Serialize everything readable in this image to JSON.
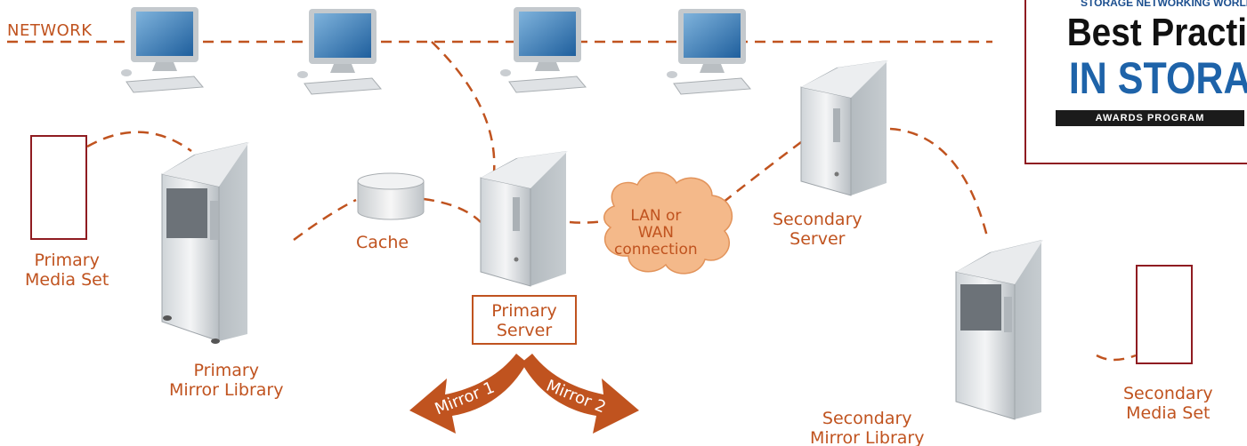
{
  "network_label": "NETWORK",
  "cache": {
    "label": "Cache"
  },
  "primary_mirror_library": {
    "line1": "Primary",
    "line2": "Mirror Library"
  },
  "primary_media_set": {
    "line1": "Primary",
    "line2": "Media Set"
  },
  "primary_server": {
    "line1": "Primary",
    "line2": "Server"
  },
  "lan_wan": {
    "line1": "LAN or",
    "line2": "WAN",
    "line3": "connection"
  },
  "secondary_server": {
    "line1": "Secondary",
    "line2": "Server"
  },
  "secondary_mirror_library": {
    "line1": "Secondary",
    "line2": "Mirror Library"
  },
  "secondary_media_set": {
    "line1": "Secondary",
    "line2": "Media Set"
  },
  "mirrors": {
    "mirror1": "Mirror 1",
    "mirror2": "Mirror 2"
  },
  "logo": {
    "top": "STORAGE NETWORKING WORLD",
    "line1": "Best Practices",
    "line2": "IN STORAGE",
    "line3": "AWARDS PROGRAM"
  },
  "colors": {
    "accent": "#c0531f",
    "frame": "#8f1c21",
    "cloud": "#f4b98a",
    "logo_blue": "#1e63a9"
  }
}
